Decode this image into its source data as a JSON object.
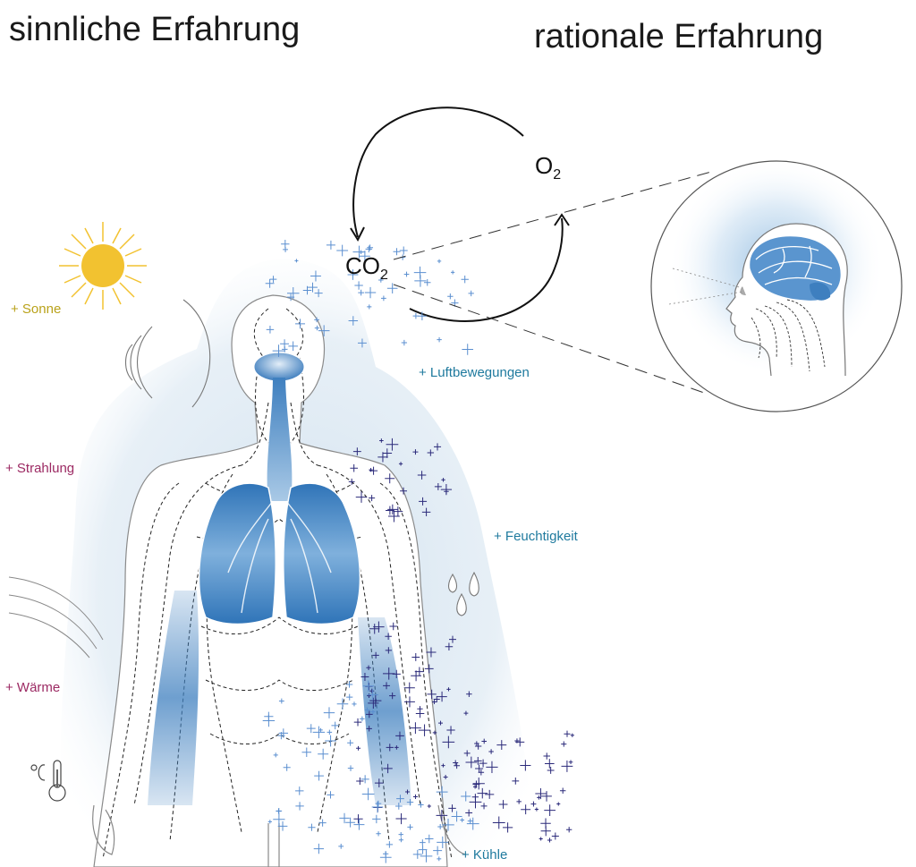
{
  "headings": {
    "left": "sinnliche Erfahrung",
    "right": "rationale Erfahrung"
  },
  "chemistry": {
    "o2": {
      "symbol": "O",
      "subscript": "2"
    },
    "co2": {
      "symbol": "CO",
      "subscript": "2"
    }
  },
  "labels": {
    "sonne": "+ Sonne",
    "strahlung": "+ Strahlung",
    "waerme": "+ Wärme",
    "luft": "+ Luftbewegungen",
    "feucht": "+ Feuchtigkeit",
    "kuehle": "+ Kühle"
  },
  "colors": {
    "sun": "#f2c230",
    "sun_label": "#b9a21a",
    "magenta_label": "#9c2a63",
    "blue_label": "#1f7a9e",
    "body_glow": "#cfe0ee",
    "organ_blue": "#3e7fbf",
    "plus_light": "#5b8fd0",
    "plus_dark": "#2b2a7a"
  },
  "icons": [
    "sun-icon",
    "radiation-waves-icon",
    "wind-lines-icon",
    "thermometer-icon",
    "droplets-icon",
    "oxygen-cycle-arrows-icon",
    "brain-head-icon"
  ]
}
